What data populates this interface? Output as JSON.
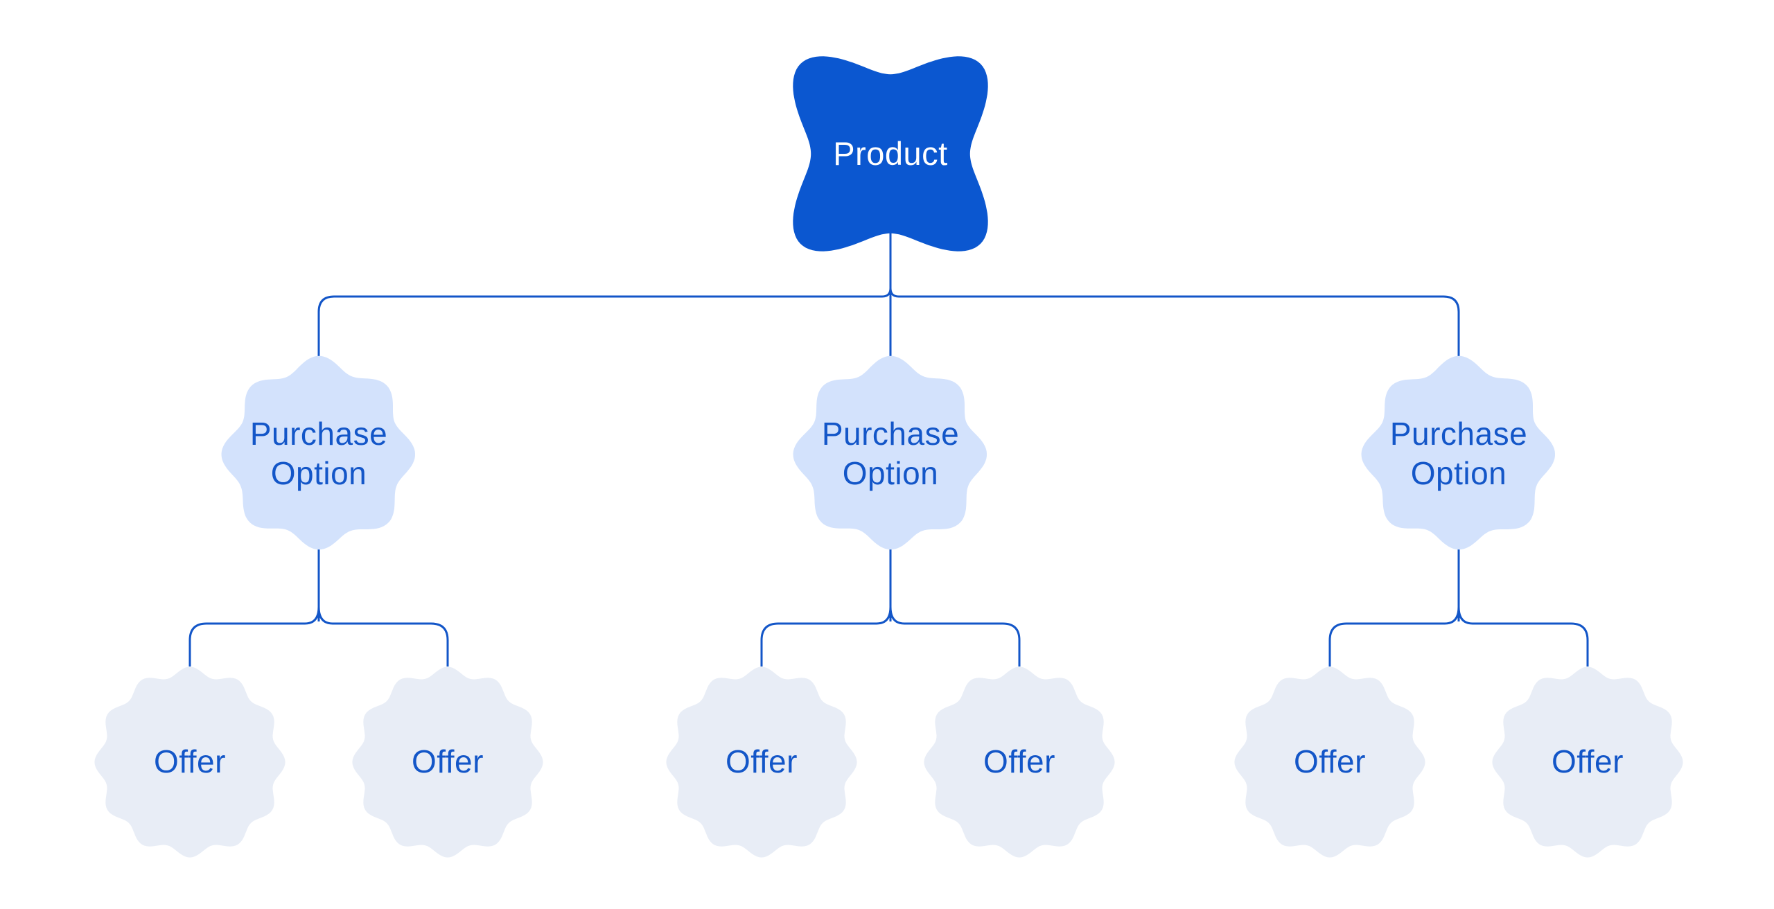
{
  "diagram": {
    "type": "tree",
    "colors": {
      "background": "#ffffff",
      "connector": "#1356c8",
      "product_fill": "#0b57d0",
      "product_text": "#ffffff",
      "purchase_fill": "#d3e2fc",
      "offer_fill": "#e8edf6",
      "label_text": "#1356c8"
    },
    "root": {
      "label": "Product"
    },
    "branches": [
      {
        "label": "Purchase Option",
        "offers": [
          {
            "label": "Offer"
          },
          {
            "label": "Offer"
          }
        ]
      },
      {
        "label": "Purchase Option",
        "offers": [
          {
            "label": "Offer"
          },
          {
            "label": "Offer"
          }
        ]
      },
      {
        "label": "Purchase Option",
        "offers": [
          {
            "label": "Offer"
          },
          {
            "label": "Offer"
          }
        ]
      }
    ]
  }
}
